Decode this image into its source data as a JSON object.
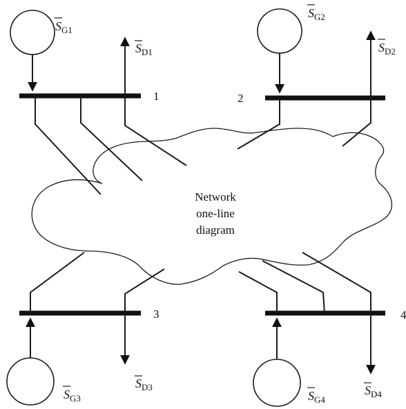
{
  "network": {
    "line1": "Network",
    "line2": "one-line",
    "line3": "diagram"
  },
  "buses": [
    {
      "number": "1"
    },
    {
      "number": "2"
    },
    {
      "number": "3"
    },
    {
      "number": "4"
    }
  ],
  "generators": [
    {
      "symbol": "S",
      "subscript": "G1"
    },
    {
      "symbol": "S",
      "subscript": "G2"
    },
    {
      "symbol": "S",
      "subscript": "G3"
    },
    {
      "symbol": "S",
      "subscript": "G4"
    }
  ],
  "loads": [
    {
      "symbol": "S",
      "subscript": "D1"
    },
    {
      "symbol": "S",
      "subscript": "D2"
    },
    {
      "symbol": "S",
      "subscript": "D3"
    },
    {
      "symbol": "S",
      "subscript": "D4"
    }
  ]
}
